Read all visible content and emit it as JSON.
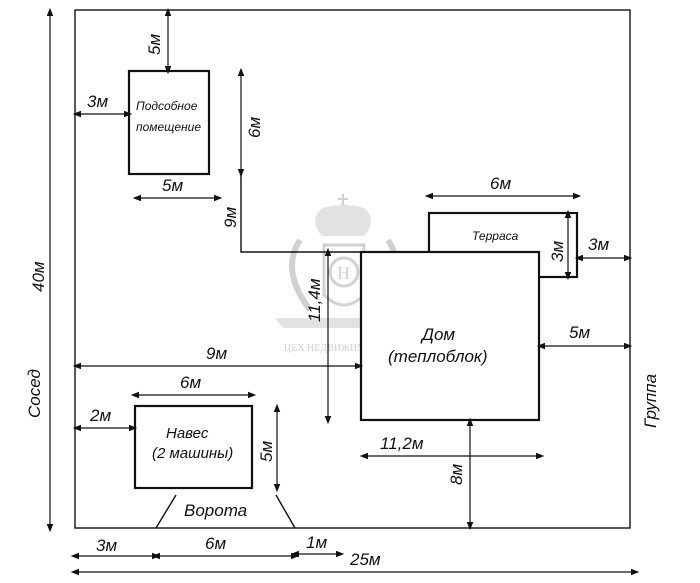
{
  "labels": {
    "outbuilding": [
      "Подсобное",
      "помещение"
    ],
    "terrace": "Терраса",
    "house": [
      "Дом",
      "(теплоблок)"
    ],
    "canopy": [
      "Навес",
      "(2 машины)"
    ],
    "gate": "Ворота",
    "neighbor": "Сосед",
    "group": "Группа"
  },
  "dimensions": {
    "top_to_outbuilding": "5м",
    "left_to_outbuilding": "3м",
    "outbuilding_height": "6м",
    "outbuilding_width": "5м",
    "outbuilding_to_house": "9м",
    "terrace_width": "6м",
    "terrace_height": "3м",
    "terrace_to_right": "3м",
    "house_height": "11,4м",
    "house_to_right": "5м",
    "left_to_house": "9м",
    "canopy_width": "6м",
    "left_to_canopy": "2м",
    "canopy_height": "5м",
    "house_width": "11,2м",
    "house_to_bottom": "8м",
    "plot_height": "40м",
    "bottom_left": "3м",
    "gate_width": "6м",
    "bottom_gap": "1м",
    "plot_width": "25м"
  },
  "watermark": "ЦЕХ НЕДВИЖИМОСТИ"
}
